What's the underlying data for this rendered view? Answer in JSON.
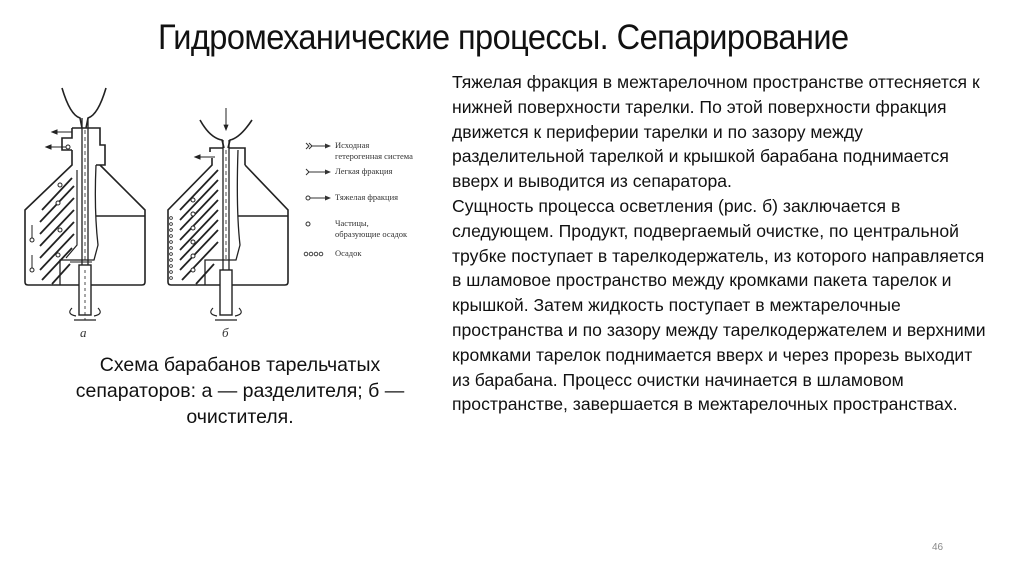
{
  "slide": {
    "title": "Гидромеханические процессы. Сепарирование",
    "page_number": "46"
  },
  "figure": {
    "subfigure_labels": [
      "а",
      "б"
    ],
    "legend": [
      {
        "symbol": "double-chevron-arrow",
        "label_line1": "Исходная",
        "label_line2": "гетерогенная система"
      },
      {
        "symbol": "chevron-arrow",
        "label_line1": "Легкая фракция",
        "label_line2": ""
      },
      {
        "symbol": "circle-arrow",
        "label_line1": "Тяжелая фракция",
        "label_line2": ""
      },
      {
        "symbol": "small-circle",
        "label_line1": "Частицы,",
        "label_line2": "образующие осадок"
      },
      {
        "symbol": "circle-row",
        "label_line1": "Осадок",
        "label_line2": ""
      }
    ],
    "caption": "Схема барабанов тарельчатых сепараторов: а — разделителя; б — очистителя."
  },
  "body": {
    "paragraphs": [
      "Тяжелая фракция в межтарелочном пространстве оттесняется к нижней поверхности тарелки. По этой поверхности фракция движется к периферии тарелки и по зазору между разделительной тарелкой и крышкой барабана поднимается вверх и выводится из сепаратора.",
      "Сущность процесса осветления (рис. б) заключается в следующем. Продукт, подвергаемый очистке, по центральной трубке поступает в тарелкодержатель, из которого направляется в шламовое пространство между кромками пакета тарелок и крышкой. Затем жидкость поступает в межтарелочные пространства и по зазору между тарелкодержателем и верхними кромками тарелок поднимается вверх и через прорезь выходит из барабана. Процесс очистки начинается в шламовом пространстве, завершается в межтарелочных пространствах."
    ]
  }
}
